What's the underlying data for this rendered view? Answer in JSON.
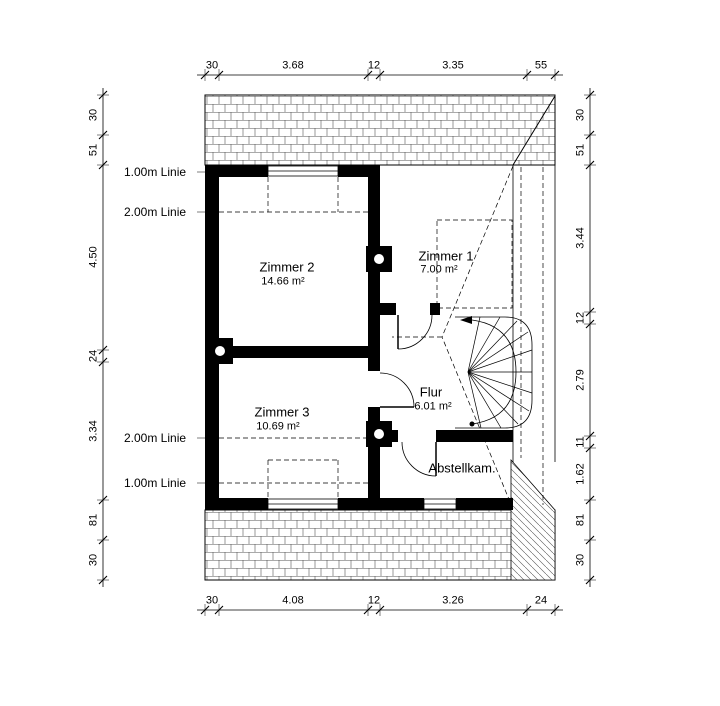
{
  "rooms": [
    {
      "name": "Zimmer 2",
      "area": "14.66 m²"
    },
    {
      "name": "Zimmer 1",
      "area": "7.00 m²"
    },
    {
      "name": "Zimmer 3",
      "area": "10.69 m²"
    },
    {
      "name": "Flur",
      "area": "6.01 m²"
    },
    {
      "name": "Abstellkam.",
      "area": ""
    }
  ],
  "height_lines": [
    "1.00m Linie",
    "2.00m Linie",
    "2.00m Linie",
    "1.00m Linie"
  ],
  "dims": {
    "top": [
      "30",
      "3.68",
      "12",
      "3.35",
      "55"
    ],
    "bottom": [
      "30",
      "4.08",
      "12",
      "3.26",
      "24"
    ],
    "left": [
      "30",
      "51",
      "4.50",
      "24",
      "3.34",
      "81",
      "30"
    ],
    "right": [
      "30",
      "51",
      "3.44",
      "12",
      "2.79",
      "11",
      "1.62",
      "81",
      "30"
    ]
  },
  "colors": {
    "ink": "#000000",
    "paper": "#ffffff",
    "hatch": "#555555"
  }
}
